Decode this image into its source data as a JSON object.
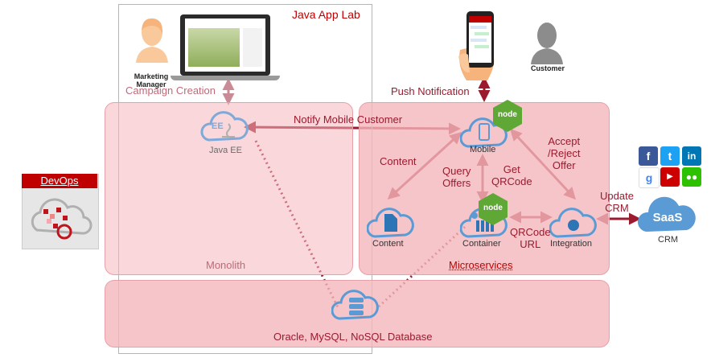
{
  "lab_title": "Java App Lab",
  "devops": {
    "label": "DevOps"
  },
  "zones": {
    "monolith": "Monolith",
    "microservices": "Microservices",
    "database": "Oracle, MySQL, NoSQL Database"
  },
  "people": {
    "marketing_manager": "Marketing\nManager",
    "customer": "Customer"
  },
  "nodes": {
    "java_ee": "Java EE",
    "java_ee_badge": "EE",
    "mobile": "Mobile",
    "content": "Content",
    "container": "Container",
    "integration": "Integration",
    "saas": "SaaS",
    "crm": "CRM",
    "node_badge": "node"
  },
  "flows": {
    "campaign_creation": "Campaign Creation",
    "push_notification": "Push Notification",
    "notify_mobile_customer": "Notify Mobile Customer",
    "content": "Content",
    "query_offers": "Query\nOffers",
    "get_qrcode": "Get\nQRCode",
    "accept_reject_offer": "Accept\n/Reject\nOffer",
    "update_crm": "Update\nCRM",
    "qrcode_url": "QRCode\nURL"
  },
  "colors": {
    "accent": "#9b1a2e",
    "zone_fill": "#f4b6bb",
    "cloud_blue": "#5b9bd5",
    "node_green": "#5fa836"
  }
}
